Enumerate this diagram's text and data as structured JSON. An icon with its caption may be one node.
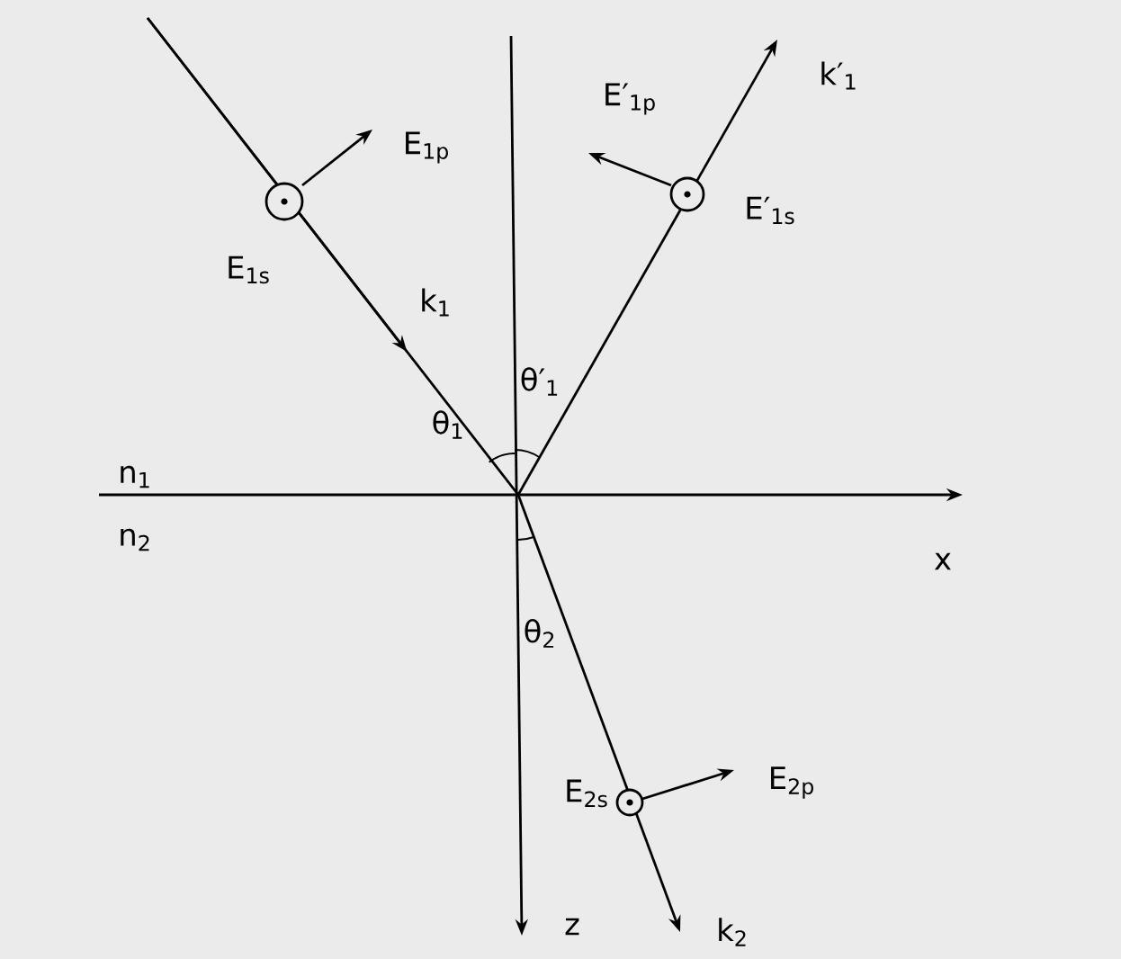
{
  "diagram": {
    "labels": [
      "k′$_{1}$",
      "E′$_{1p}$",
      "E$_{1p}$",
      "E′$_{1s}$",
      "E$_{1s}$",
      "k$_{1}$",
      "θ′$_{1}$",
      "θ$_{1}$",
      "n$_{1}$",
      "n$_{2}$",
      "x",
      "θ$_{2}$",
      "E$_{2s}$",
      "E$_{2p}$",
      "z",
      "k$_{2}$"
    ]
  }
}
